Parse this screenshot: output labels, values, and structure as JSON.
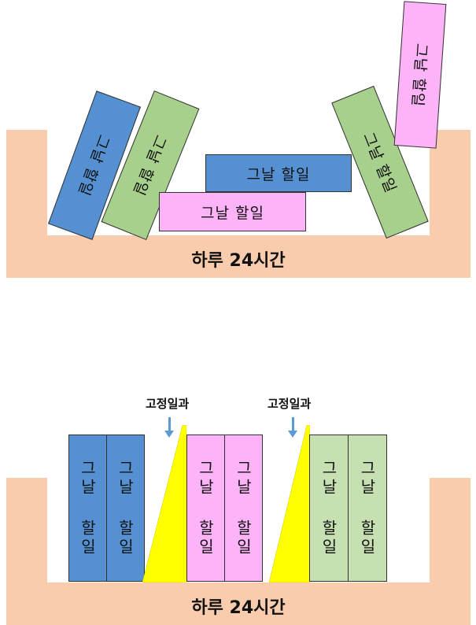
{
  "top_diagram": {
    "shelf_label": "하루 24시간",
    "books": [
      {
        "label": "그날 할일",
        "color": "#5591d2"
      },
      {
        "label": "그날 할일",
        "color": "#a8d08d"
      },
      {
        "label": "그날 할일",
        "color": "#fdb3f8"
      },
      {
        "label": "그날 할일",
        "color": "#5591d2"
      },
      {
        "label": "그날 할일",
        "color": "#a8d08d"
      },
      {
        "label": "그날 할일",
        "color": "#fdb3f8"
      }
    ]
  },
  "bottom_diagram": {
    "shelf_label": "하루 24시간",
    "fixed_labels": [
      "고정일과",
      "고정일과"
    ],
    "books": [
      {
        "label": "그날 할일",
        "color": "#5591d2"
      },
      {
        "label": "그날 할일",
        "color": "#5591d2"
      },
      {
        "label": "그날 할일",
        "color": "#fdb3f8"
      },
      {
        "label": "그날 할일",
        "color": "#fdb3f8"
      },
      {
        "label": "그날 할일",
        "color": "#c6e0b2"
      },
      {
        "label": "그날 할일",
        "color": "#c6e0b2"
      }
    ],
    "wedge_color": "#ffff00"
  }
}
